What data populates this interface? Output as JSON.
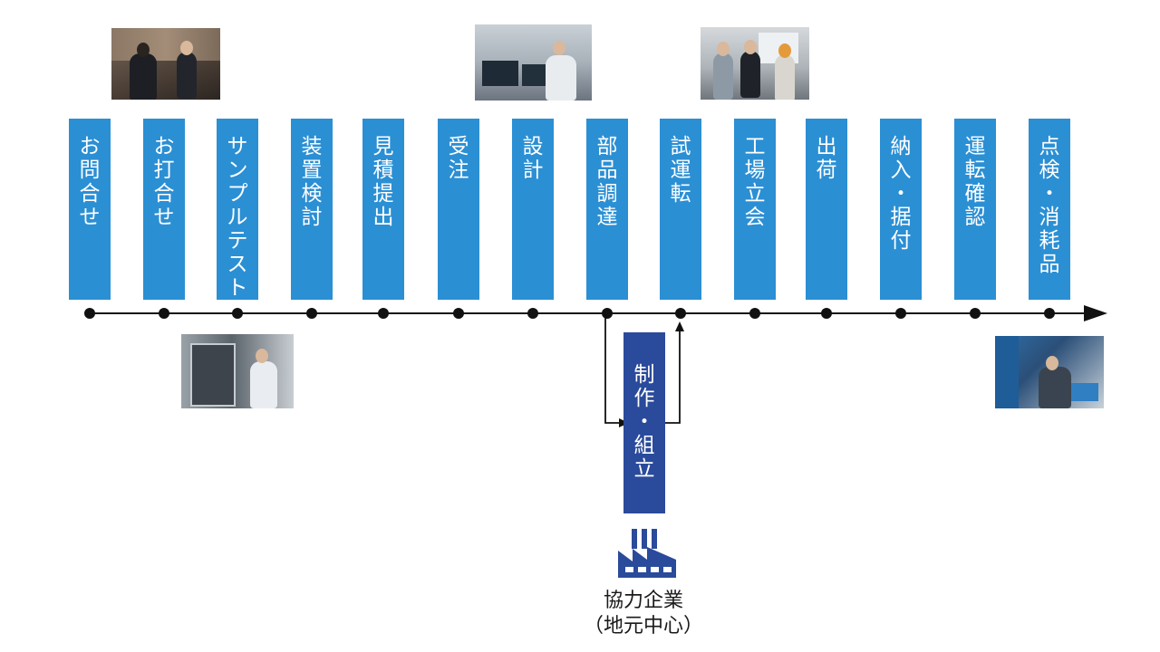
{
  "steps": [
    {
      "id": "inquiry",
      "label": "お問合せ"
    },
    {
      "id": "meeting",
      "label": "お打合せ"
    },
    {
      "id": "sample-test",
      "label": "サンプルテスト"
    },
    {
      "id": "equipment-review",
      "label": "装置検討"
    },
    {
      "id": "quotation",
      "label": "見積提出"
    },
    {
      "id": "order",
      "label": "受注"
    },
    {
      "id": "design",
      "label": "設計"
    },
    {
      "id": "parts-procurement",
      "label": "部品調達"
    },
    {
      "id": "test-run",
      "label": "試運転"
    },
    {
      "id": "factory-witness",
      "label": "工場立会"
    },
    {
      "id": "shipment",
      "label": "出荷"
    },
    {
      "id": "delivery-installation",
      "label": "納入・据付"
    },
    {
      "id": "operation-check",
      "label": "運転確認"
    },
    {
      "id": "inspection-consumables",
      "label": "点検・消耗品"
    }
  ],
  "branch": {
    "id": "manufacturing-assembly",
    "label": "制作・組立"
  },
  "partner": {
    "line1": "協力企業",
    "line2": "（地元中心）"
  },
  "photos": [
    {
      "id": "photo-meeting",
      "icon": "business-meeting-photo"
    },
    {
      "id": "photo-design",
      "icon": "engineer-workstation-photo"
    },
    {
      "id": "photo-witness",
      "icon": "factory-tour-photo"
    },
    {
      "id": "photo-sample-test",
      "icon": "lab-equipment-photo"
    },
    {
      "id": "photo-inspection",
      "icon": "technician-maintenance-photo"
    }
  ],
  "colors": {
    "step_box": "#2b8fd4",
    "branch_box": "#2a4a9b",
    "factory_icon": "#2a4a9b",
    "timeline": "#111111",
    "step_text": "#ffffff"
  }
}
